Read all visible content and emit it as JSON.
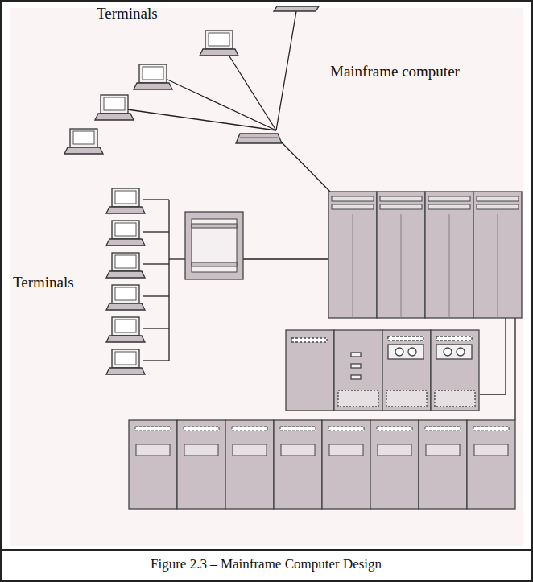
{
  "diagram": {
    "caption": "Figure 2.3 – Mainframe Computer Design",
    "labels": [
      "Terminals",
      "Mainframe computer",
      "Terminals"
    ]
  }
}
